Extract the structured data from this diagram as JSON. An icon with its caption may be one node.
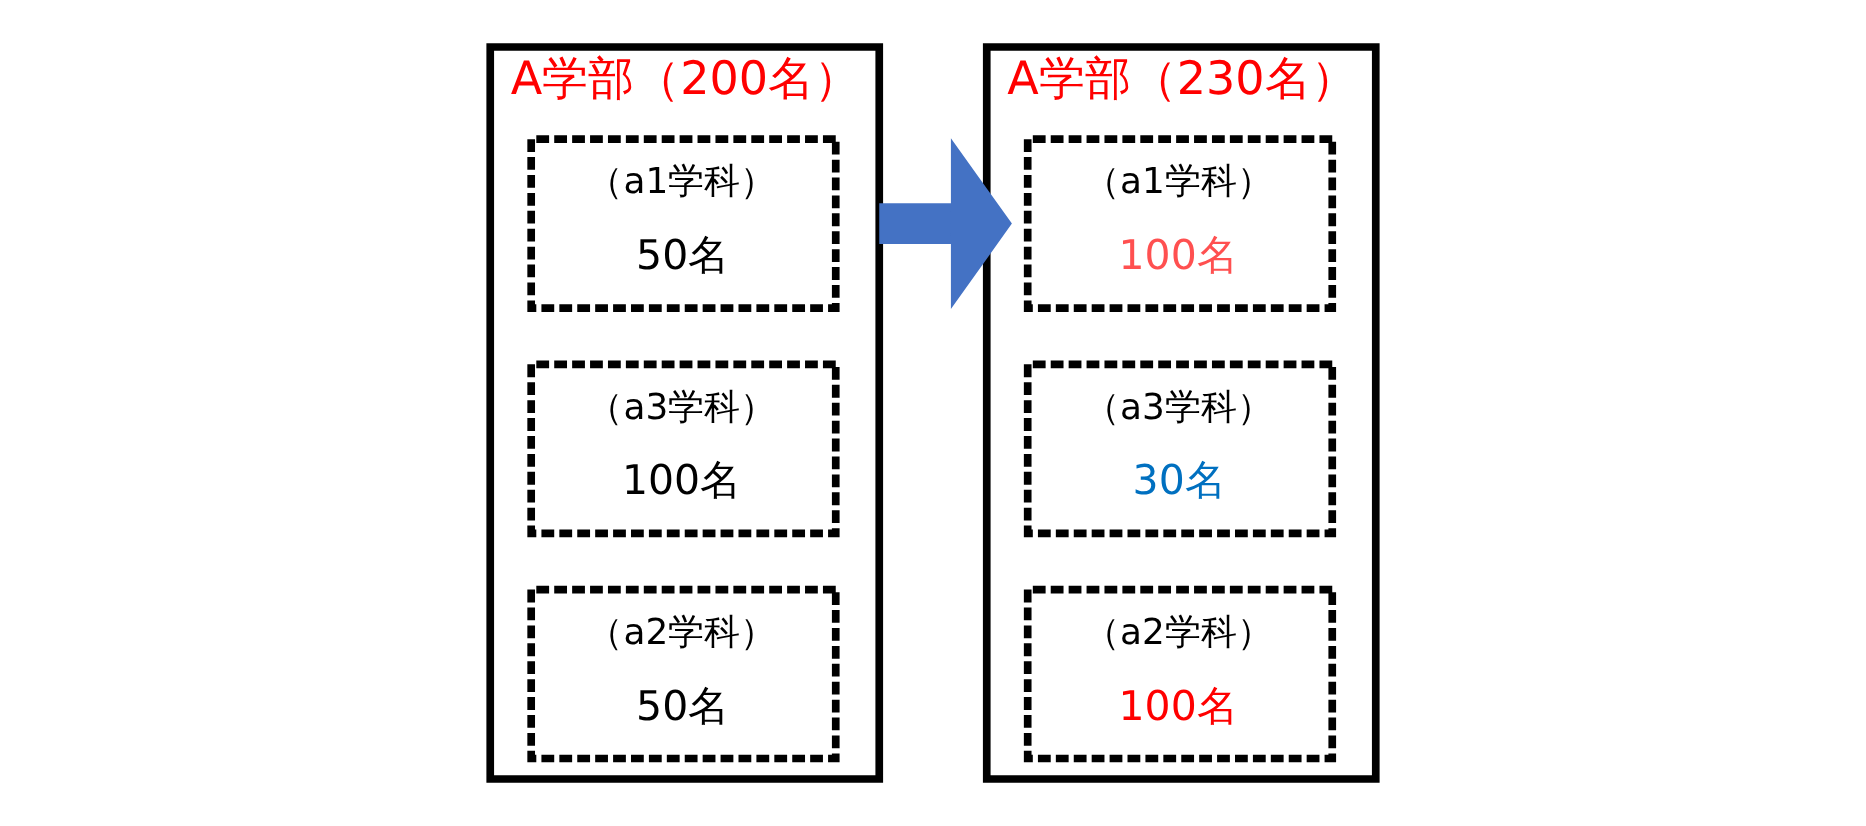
{
  "diagram": {
    "nodes": [
      {
        "text": [
          "A学部（200名）"
        ]
      },
      {
        "text": [
          "（a1学科）",
          "50名"
        ],
        "in": 0
      },
      {
        "text": [
          "（a3学科）",
          "100名"
        ],
        "in": 0
      },
      {
        "text": [
          "（a2学科）",
          "50名"
        ],
        "in": 0
      },
      {
        "text": [
          "A学部（230名）"
        ]
      },
      {
        "text": [
          "（a1学科）",
          "100名"
        ],
        "in": 4
      },
      {
        "text": [
          "（a3学科）",
          "30名"
        ],
        "in": 4
      },
      {
        "text": [
          "（a2学科）",
          "100名"
        ],
        "in": 4
      }
    ],
    "edges": [
      {
        "from": 0,
        "to": 4,
        "arrow": "to",
        "color": "#4472c4"
      }
    ]
  }
}
